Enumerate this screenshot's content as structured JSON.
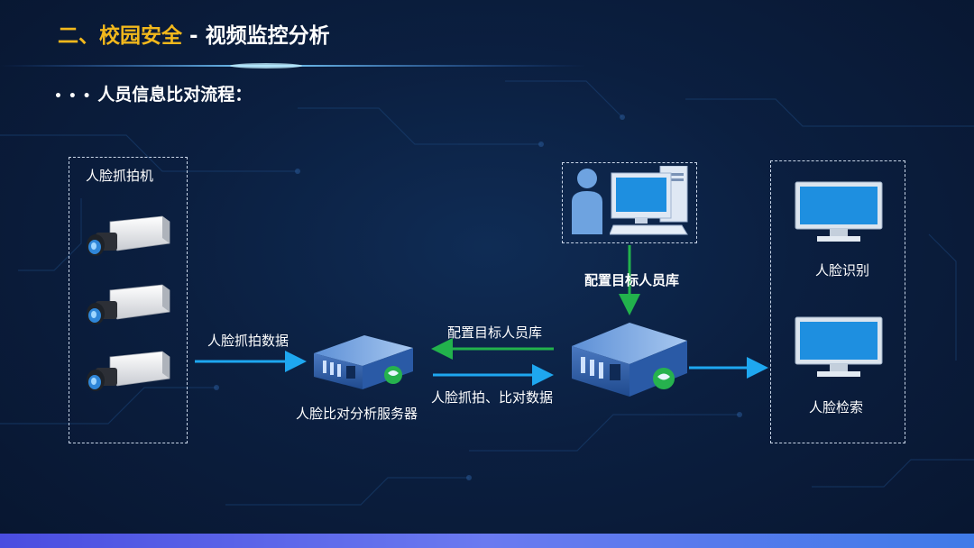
{
  "header": {
    "title_prefix": "二、校园安全 - ",
    "title_highlight": "二、校园安全",
    "title_rest": "视频监控分析",
    "subtitle": "人员信息比对流程："
  },
  "diagram": {
    "cameras_group_label": "人脸抓拍机",
    "capture_data_label": "人脸抓拍数据",
    "compare_server_label": "人脸比对分析服务器",
    "config_library_arrow_label": "配置目标人员库",
    "capture_compare_data_label": "人脸抓拍、比对数据",
    "admin_config_label": "配置目标人员库",
    "face_recognition_label": "人脸识别",
    "face_search_label": "人脸检索"
  },
  "colors": {
    "title_highlight": "#f2b81c",
    "arrow_blue": "#1ea7f0",
    "arrow_green": "#22b24c"
  }
}
